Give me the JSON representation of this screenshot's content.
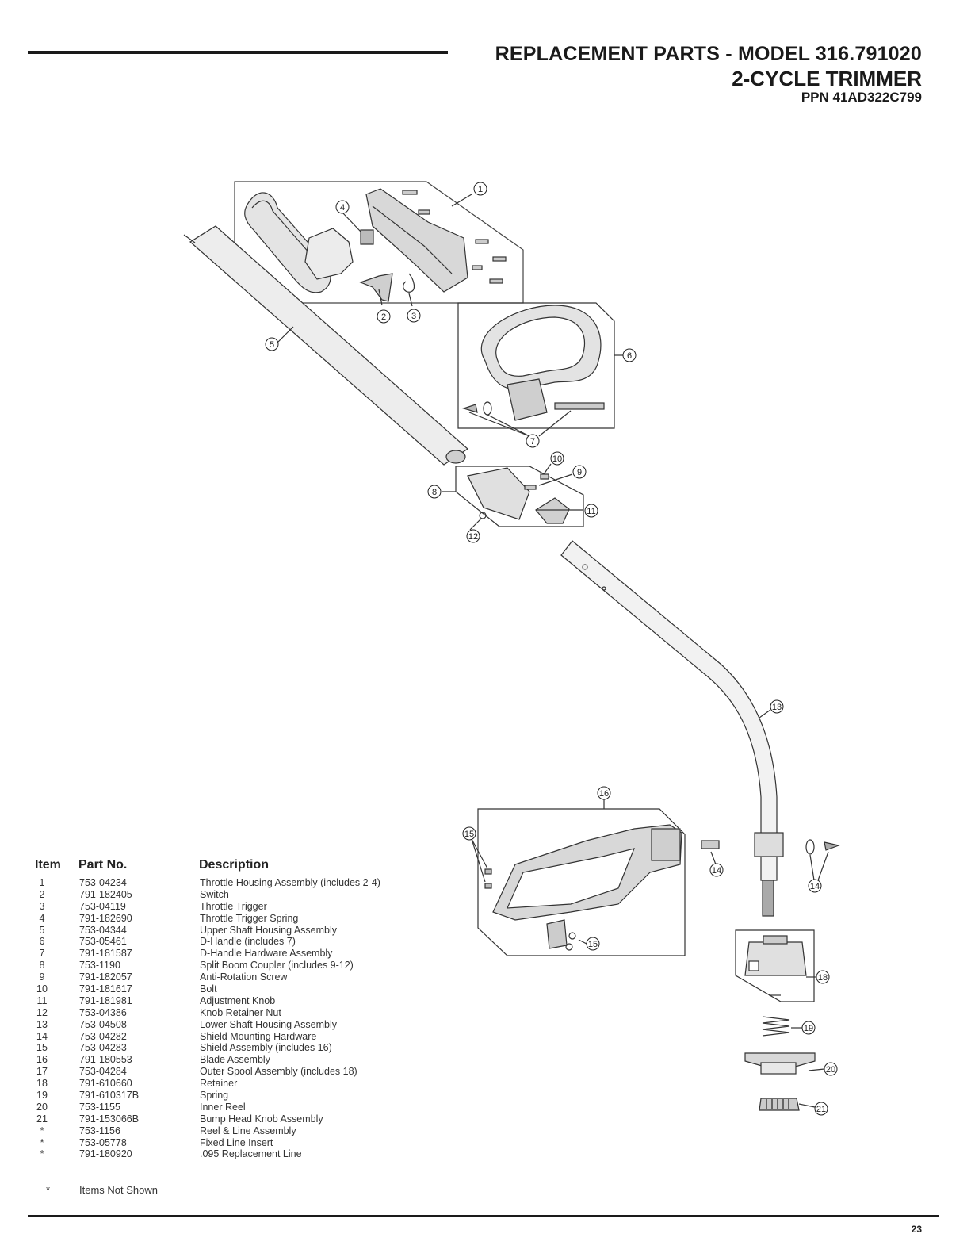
{
  "header": {
    "title_line1": "REPLACEMENT PARTS - MODEL 316.791020",
    "title_line2": "2-CYCLE TRIMMER",
    "title_line3": "PPN 41AD322C799"
  },
  "table": {
    "col_item": "Item",
    "col_part": "Part No.",
    "col_desc": "Description",
    "rows": [
      {
        "item": "1",
        "part": "753-04234",
        "desc": "Throttle Housing Assembly (includes 2-4)"
      },
      {
        "item": "2",
        "part": "791-182405",
        "desc": "Switch"
      },
      {
        "item": "3",
        "part": "753-04119",
        "desc": "Throttle Trigger"
      },
      {
        "item": "4",
        "part": "791-182690",
        "desc": "Throttle Trigger Spring"
      },
      {
        "item": "5",
        "part": "753-04344",
        "desc": "Upper Shaft Housing Assembly"
      },
      {
        "item": "6",
        "part": "753-05461",
        "desc": "D-Handle (includes 7)"
      },
      {
        "item": "7",
        "part": "791-181587",
        "desc": "D-Handle Hardware Assembly"
      },
      {
        "item": "8",
        "part": "753-1190",
        "desc": "Split Boom Coupler (includes 9-12)"
      },
      {
        "item": "9",
        "part": "791-182057",
        "desc": "Anti-Rotation Screw"
      },
      {
        "item": "10",
        "part": "791-181617",
        "desc": "Bolt"
      },
      {
        "item": "11",
        "part": "791-181981",
        "desc": "Adjustment Knob"
      },
      {
        "item": "12",
        "part": "753-04386",
        "desc": "Knob Retainer Nut"
      },
      {
        "item": "13",
        "part": "753-04508",
        "desc": "Lower Shaft Housing Assembly"
      },
      {
        "item": "14",
        "part": "753-04282",
        "desc": "Shield Mounting Hardware"
      },
      {
        "item": "15",
        "part": "753-04283",
        "desc": "Shield Assembly (includes 16)"
      },
      {
        "item": "16",
        "part": "791-180553",
        "desc": "Blade Assembly"
      },
      {
        "item": "17",
        "part": "753-04284",
        "desc": "Outer Spool Assembly (includes 18)"
      },
      {
        "item": "18",
        "part": "791-610660",
        "desc": "Retainer"
      },
      {
        "item": "19",
        "part": "791-610317B",
        "desc": "Spring"
      },
      {
        "item": "20",
        "part": "753-1155",
        "desc": "Inner Reel"
      },
      {
        "item": "21",
        "part": "791-153066B",
        "desc": "Bump Head Knob Assembly"
      },
      {
        "item": "*",
        "part": "753-1156",
        "desc": "Reel & Line Assembly"
      },
      {
        "item": "*",
        "part": "753-05778",
        "desc": "Fixed Line Insert"
      },
      {
        "item": "*",
        "part": "791-180920",
        "desc": ".095 Replacement Line"
      }
    ]
  },
  "note": {
    "mark": "*",
    "text": "Items Not Shown"
  },
  "diagram": {
    "callouts": {
      "c1": "1",
      "c2": "2",
      "c3": "3",
      "c4": "4",
      "c5": "5",
      "c6": "6",
      "c7": "7",
      "c8": "8",
      "c9": "9",
      "c10": "10",
      "c11": "11",
      "c12": "12",
      "c13": "13",
      "c14a": "14",
      "c14b": "14",
      "c15a": "15",
      "c15b": "15",
      "c16": "16",
      "c18": "18",
      "c19": "19",
      "c20": "20",
      "c21": "21"
    }
  },
  "footer": {
    "page_number": "23"
  }
}
